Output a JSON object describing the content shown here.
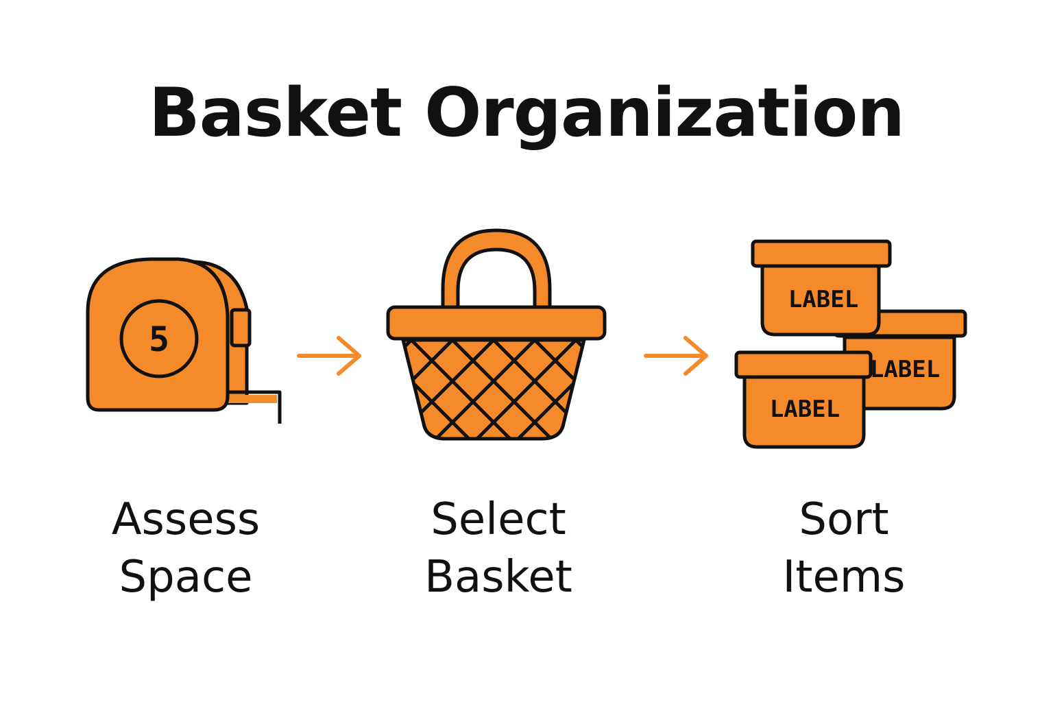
{
  "title": "Basket Organization",
  "colors": {
    "accent": "#F58A2A",
    "outline": "#111111",
    "background": "#FFFFFF"
  },
  "steps": [
    {
      "icon": "tape-measure-icon",
      "line1": "Assess",
      "line2": "Space",
      "icon_text": "5"
    },
    {
      "icon": "basket-icon",
      "line1": "Select",
      "line2": "Basket"
    },
    {
      "icon": "labeled-bins-icon",
      "line1": "Sort",
      "line2": "Items",
      "bin_labels": [
        "LABEL",
        "LABEL",
        "LABEL"
      ]
    }
  ],
  "arrows": [
    "arrow-right-icon",
    "arrow-right-icon"
  ]
}
